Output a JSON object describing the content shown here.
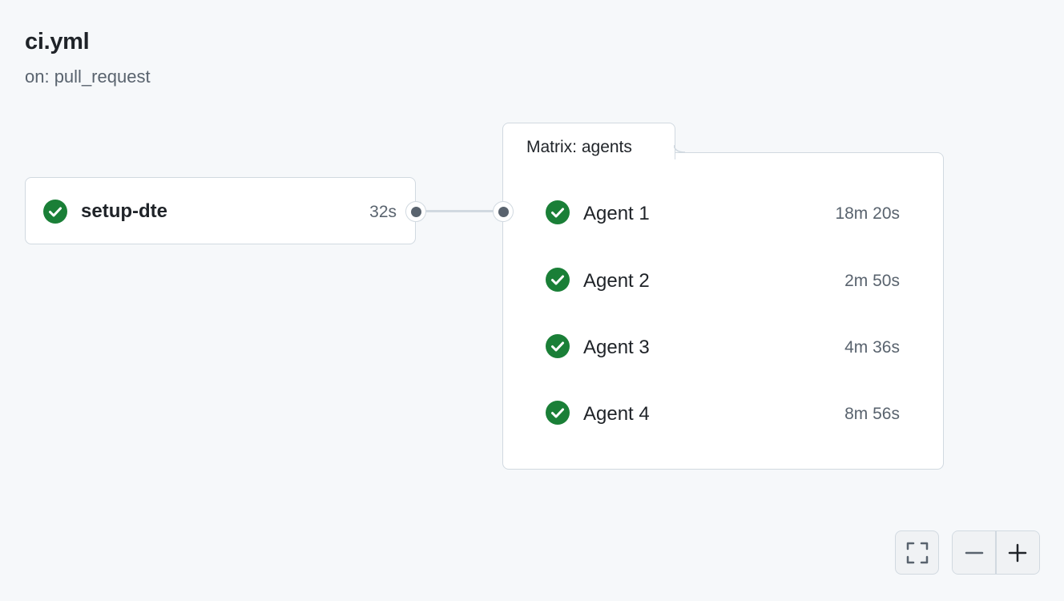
{
  "workflow": {
    "title": "ci.yml",
    "trigger": "on: pull_request"
  },
  "job": {
    "name": "setup-dte",
    "duration": "32s",
    "status": "success"
  },
  "matrix": {
    "label": "Matrix: agents",
    "agents": [
      {
        "name": "Agent 1",
        "duration": "18m 20s",
        "status": "success"
      },
      {
        "name": "Agent 2",
        "duration": "2m 50s",
        "status": "success"
      },
      {
        "name": "Agent 3",
        "duration": "4m 36s",
        "status": "success"
      },
      {
        "name": "Agent 4",
        "duration": "8m 56s",
        "status": "success"
      }
    ]
  },
  "controls": {
    "fullscreen_icon": "fullscreen-icon",
    "zoom_out_icon": "minus-icon",
    "zoom_in_icon": "plus-icon"
  },
  "colors": {
    "success": "#1a7f37",
    "background": "#f6f8fa",
    "border": "#d1d9e0",
    "muted_text": "#59636e"
  }
}
